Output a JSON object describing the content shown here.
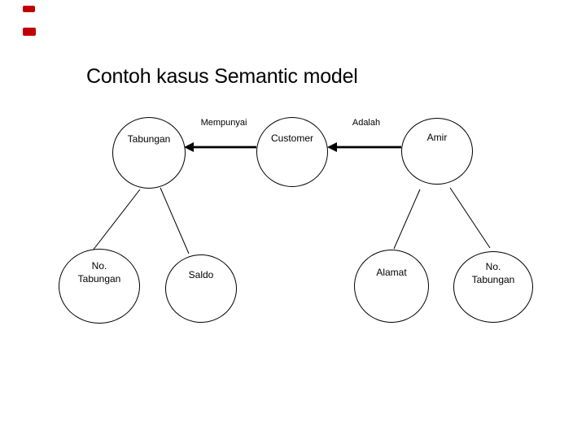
{
  "slide": {
    "title": "Contoh kasus Semantic model",
    "background_color": "#ffffff",
    "accent_color": "#c00000",
    "accent_decoration": "two-red-dashes-top-left"
  },
  "diagram": {
    "type": "semantic-model",
    "nodes": [
      {
        "id": "tabungan",
        "label": "Tabungan",
        "role": "entity"
      },
      {
        "id": "customer",
        "label": "Customer",
        "role": "entity"
      },
      {
        "id": "amir",
        "label": "Amir",
        "role": "entity"
      },
      {
        "id": "no-tabungan-kiri",
        "label": "No.\nTabungan",
        "role": "attribute",
        "parent": "tabungan"
      },
      {
        "id": "saldo",
        "label": "Saldo",
        "role": "attribute",
        "parent": "tabungan"
      },
      {
        "id": "alamat",
        "label": "Alamat",
        "role": "attribute",
        "parent": "amir"
      },
      {
        "id": "no-tabungan-kanan",
        "label": "No.\nTabungan",
        "role": "attribute",
        "parent": "amir"
      }
    ],
    "relationships": [
      {
        "label": "Mempunyai",
        "from": "customer",
        "to": "tabungan",
        "style": "bold-arrow-left"
      },
      {
        "label": "Adalah",
        "from": "amir",
        "to": "customer",
        "style": "bold-arrow-left"
      }
    ],
    "attribute_links": [
      {
        "from": "tabungan",
        "to": "no-tabungan-kiri"
      },
      {
        "from": "tabungan",
        "to": "saldo"
      },
      {
        "from": "amir",
        "to": "alamat"
      },
      {
        "from": "amir",
        "to": "no-tabungan-kanan"
      }
    ]
  }
}
